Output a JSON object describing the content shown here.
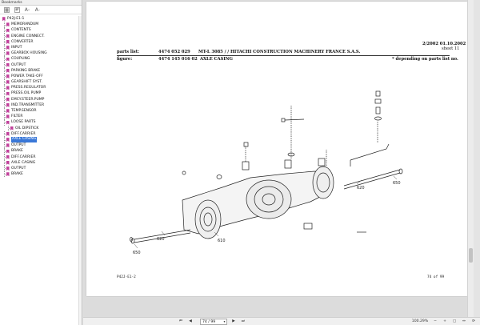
{
  "bookmarks": {
    "title": "Bookmarks",
    "tools": {
      "expand_icon": "expand-all",
      "collapse_icon": "collapse-all",
      "font_up": "A",
      "font_down": "A"
    },
    "items": [
      {
        "label": "P42J-E1-1",
        "level": 0
      },
      {
        "label": "MEMORANDUM",
        "level": 1
      },
      {
        "label": "CONTENTS",
        "level": 1
      },
      {
        "label": "ENGINE CONNECT.",
        "level": 1
      },
      {
        "label": "CONVERTER",
        "level": 1
      },
      {
        "label": "INPUT",
        "level": 1
      },
      {
        "label": "GEARBOX HOUSING",
        "level": 1
      },
      {
        "label": "COUPLING",
        "level": 1
      },
      {
        "label": "OUTPUT",
        "level": 1
      },
      {
        "label": "PARKING BRAKE",
        "level": 1
      },
      {
        "label": "POWER TAKE-OFF",
        "level": 1
      },
      {
        "label": "GEARSHIFT SYST.",
        "level": 1
      },
      {
        "label": "PRESS.REGULATOR",
        "level": 1
      },
      {
        "label": "PRESS.OIL PUMP",
        "level": 1
      },
      {
        "label": "EMCY.STEER.PUMP",
        "level": 1
      },
      {
        "label": "IND.TRANSMITTER",
        "level": 1
      },
      {
        "label": "TEMP.SENSOR",
        "level": 1
      },
      {
        "label": "FILTER",
        "level": 1
      },
      {
        "label": "LOOSE PARTS",
        "level": 1
      },
      {
        "label": "OIL DIPSTICK",
        "level": 2
      },
      {
        "label": "DIFF.CARRIER",
        "level": 1
      },
      {
        "label": "AXLE CASING",
        "level": 1,
        "selected": true
      },
      {
        "label": "OUTPUT",
        "level": 1
      },
      {
        "label": "BRAKE",
        "level": 1
      },
      {
        "label": "DIFF.CARRIER",
        "level": 1
      },
      {
        "label": "AXLE CASING",
        "level": 1
      },
      {
        "label": "OUTPUT",
        "level": 1
      },
      {
        "label": "BRAKE",
        "level": 1
      }
    ]
  },
  "document": {
    "date": "2/2002 01.10.2002",
    "sheet": "sheet 11",
    "parts_list_label": "parts list:",
    "parts_list_no": "4474 052 029",
    "model": "MT-L 3085 / / HITACHI CONSTRUCTION MACHINERY FRANCE S.A.S.",
    "figure_label": "figure:",
    "figure_no": "4474 145 016 02",
    "figure_title": "AXLE CASING",
    "note": "* depending on parts list no.",
    "footer_left": "P42J-E1-2",
    "footer_right": "74 of 99",
    "callouts": [
      "620",
      "650",
      "620",
      "610",
      "650"
    ]
  },
  "status": {
    "page_value": "74 / 99",
    "zoom": "100.29%",
    "icons": [
      "first-page",
      "prev-page",
      "next-page",
      "last-page",
      "zoom-out",
      "zoom-in",
      "fit-page",
      "fit-width",
      "rotate"
    ]
  },
  "colors": {
    "selection": "#3a78d8",
    "bookmark_flag": "#c0409a"
  }
}
